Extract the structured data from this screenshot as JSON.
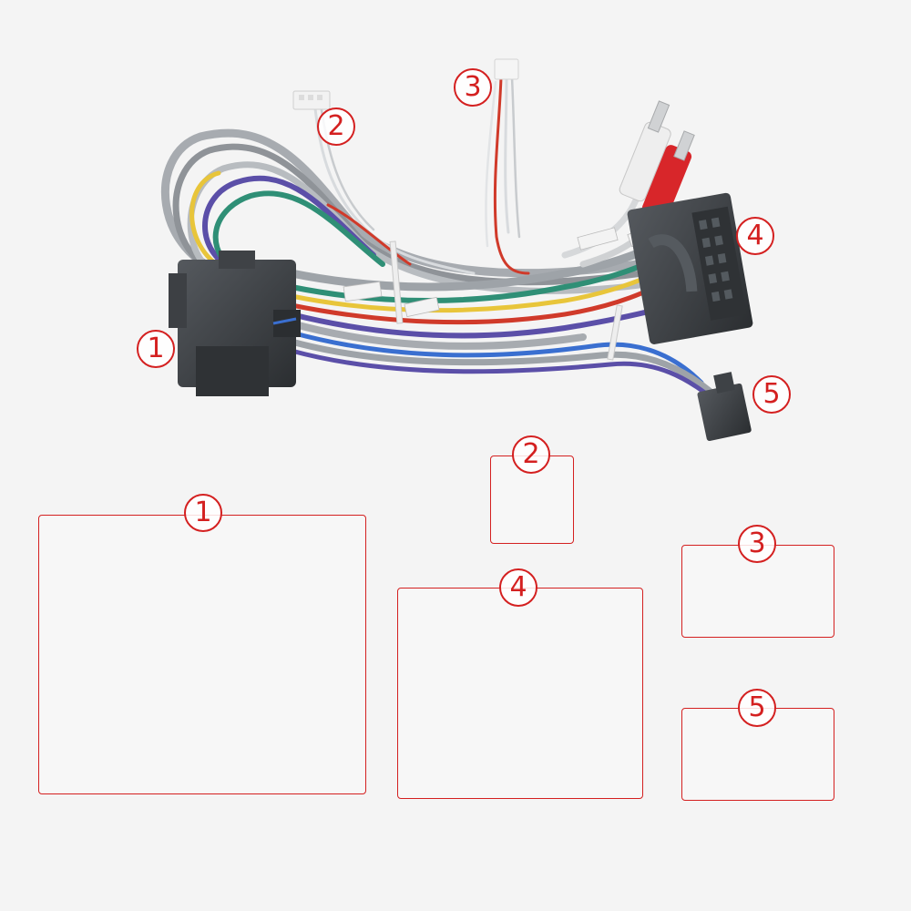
{
  "labels": {
    "top_1": "1",
    "top_2": "2",
    "top_3": "3",
    "top_4": "4",
    "top_5": "5",
    "box_1": "1",
    "box_2": "2",
    "box_3": "3",
    "box_4": "4",
    "box_5": "5"
  },
  "colors": {
    "label_red": "#d42020",
    "connector_dark": "#3a3d40",
    "connector_white": "#f2f2f2",
    "rca_red": "#d8262a",
    "wire_gray": "#9ea3a8",
    "wire_green": "#2f8f76",
    "wire_purple": "#5b4fa8",
    "wire_yellow": "#e8c53a",
    "wire_blue": "#3a6fd0",
    "wire_red": "#d03a2a"
  }
}
